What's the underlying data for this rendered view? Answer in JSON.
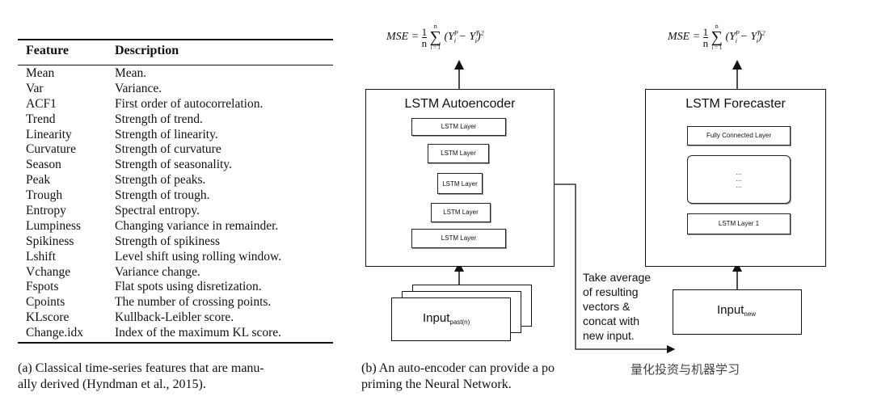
{
  "table": {
    "headers": [
      "Feature",
      "Description"
    ],
    "rows": [
      [
        "Mean",
        "Mean."
      ],
      [
        "Var",
        "Variance."
      ],
      [
        "ACF1",
        "First order of autocorrelation."
      ],
      [
        "Trend",
        "Strength of trend."
      ],
      [
        "Linearity",
        "Strength of linearity."
      ],
      [
        "Curvature",
        "Strength of curvature"
      ],
      [
        "Season",
        "Strength of seasonality."
      ],
      [
        "Peak",
        "Strength of peaks."
      ],
      [
        "Trough",
        "Strength of trough."
      ],
      [
        "Entropy",
        "Spectral entropy."
      ],
      [
        "Lumpiness",
        "Changing variance in remainder."
      ],
      [
        "Spikiness",
        "Strength of spikiness"
      ],
      [
        "Lshift",
        "Level shift using rolling window."
      ],
      [
        "Vchange",
        "Variance change."
      ],
      [
        "Fspots",
        "Flat spots using disretization."
      ],
      [
        "Cpoints",
        "The number of crossing points."
      ],
      [
        "KLscore",
        "Kullback-Leibler score."
      ],
      [
        "Change.idx",
        "Index of the maximum KL score."
      ]
    ]
  },
  "captions": {
    "a_line1": "(a) Classical time-series features that are manu-",
    "a_line2": "ally derived (Hyndman et al., 2015).",
    "b_line1": "(b) An auto-encoder can provide a po",
    "b_line2": "priming the Neural Network."
  },
  "diagram": {
    "mse_lhs": "MSE =",
    "mse_frac_num": "1",
    "mse_frac_den": "n",
    "mse_sum_top": "n",
    "mse_sum_bot": "i = 1",
    "mse_body": "(Y",
    "mse_p": "P",
    "mse_i": "i",
    "mse_minus": " − Y",
    "mse_t": "T",
    "mse_close": ")",
    "mse_sq": "2",
    "autoencoder": {
      "title": "LSTM Autoencoder",
      "layers": [
        "LSTM Layer",
        "LSTM Layer",
        "LSTM Layer",
        "LSTM Layer",
        "LSTM Layer"
      ],
      "input_label": "Input",
      "input_sub": "past(n)"
    },
    "forecaster": {
      "title": "LSTM Forecaster",
      "fc_layer": "Fully Connected Layer",
      "dots": "...\n...\n...",
      "lstm_layer1": "LSTM Layer 1",
      "input_label": "Input",
      "input_sub": "new"
    },
    "note_lines": [
      "Take average",
      "of resulting",
      "vectors &",
      "concat with",
      "new input."
    ]
  },
  "watermark": "量化投资与机器学习"
}
